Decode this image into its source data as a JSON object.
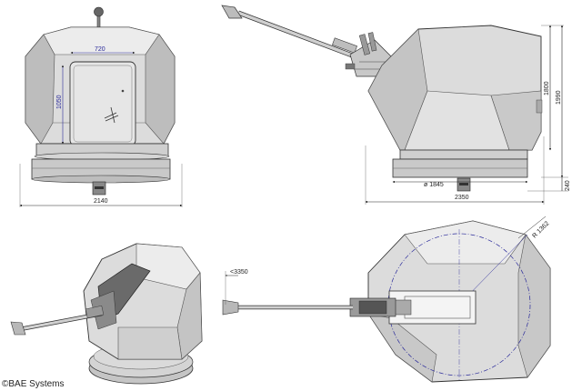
{
  "credit": "©BAE Systems",
  "front_view": {
    "width": "2140",
    "hatch_width": "720",
    "hatch_height": "1050"
  },
  "side_view": {
    "length": "2350",
    "height_1": "1800",
    "height_2": "1990",
    "base_diameter": "ø 1845",
    "base_height": "240"
  },
  "top_view": {
    "muzzle_distance": "<3350",
    "turret_radius": "R 1362"
  }
}
